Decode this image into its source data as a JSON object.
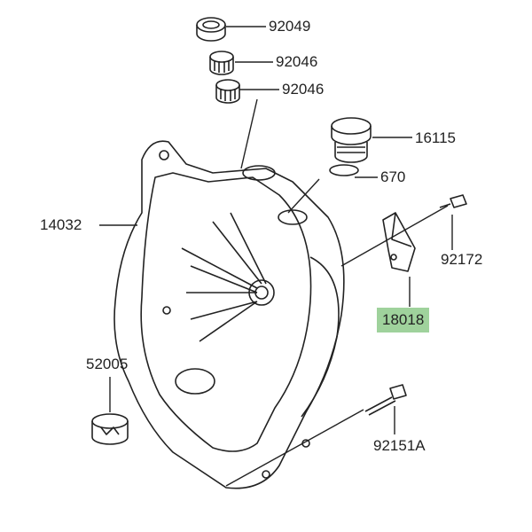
{
  "parts": [
    {
      "id": "p1",
      "number": "92049"
    },
    {
      "id": "p2",
      "number": "92046"
    },
    {
      "id": "p3",
      "number": "92046"
    },
    {
      "id": "p4",
      "number": "16115"
    },
    {
      "id": "p5",
      "number": "670"
    },
    {
      "id": "p6",
      "number": "14032"
    },
    {
      "id": "p7",
      "number": "92172"
    },
    {
      "id": "p8",
      "number": "18018",
      "highlighted": true
    },
    {
      "id": "p9",
      "number": "52005"
    },
    {
      "id": "p10",
      "number": "92151A"
    }
  ],
  "colors": {
    "highlight": "#9fd29c",
    "line": "#222222"
  }
}
